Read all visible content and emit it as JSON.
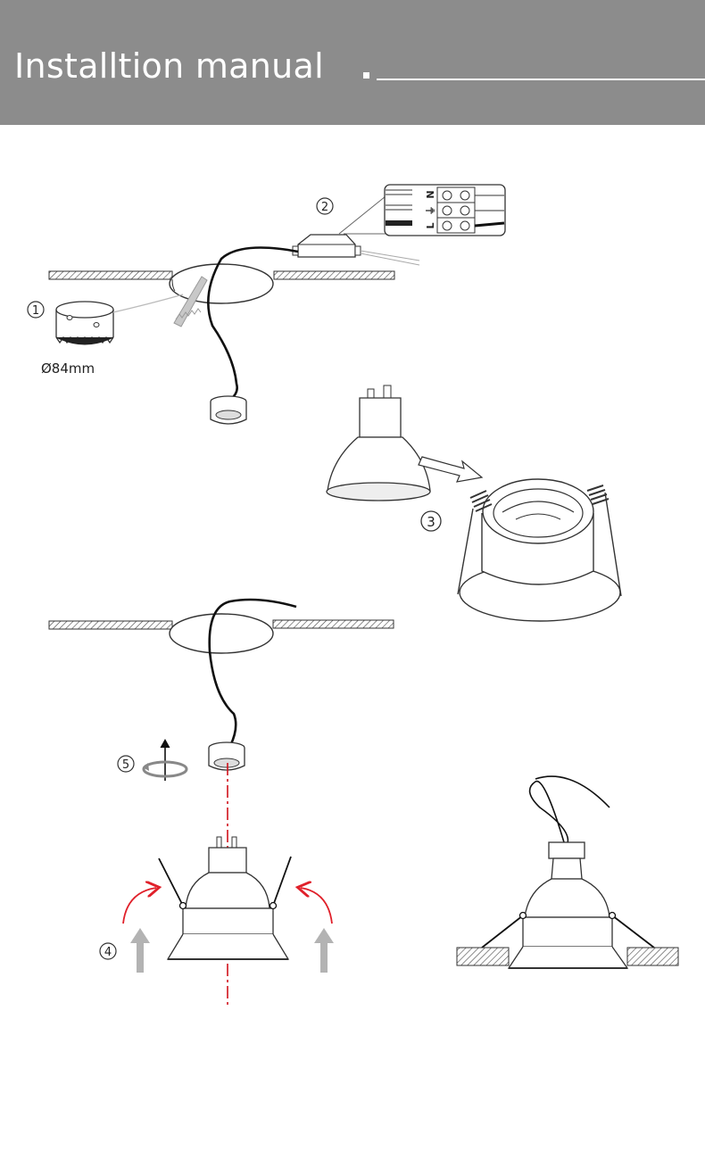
{
  "header": {
    "title": "Installtion manual",
    "background_color": "#8c8c8c",
    "text_color": "#ffffff"
  },
  "steps": [
    {
      "number": "1",
      "label": "Ø84mm"
    },
    {
      "number": "2",
      "terminals": [
        "N",
        "⏚",
        "L"
      ]
    },
    {
      "number": "3"
    },
    {
      "number": "4"
    },
    {
      "number": "5"
    }
  ],
  "colors": {
    "accent_arrow": "#e0202a",
    "center_line": "#d0121b",
    "push_arrow": "#b3b3b3"
  }
}
